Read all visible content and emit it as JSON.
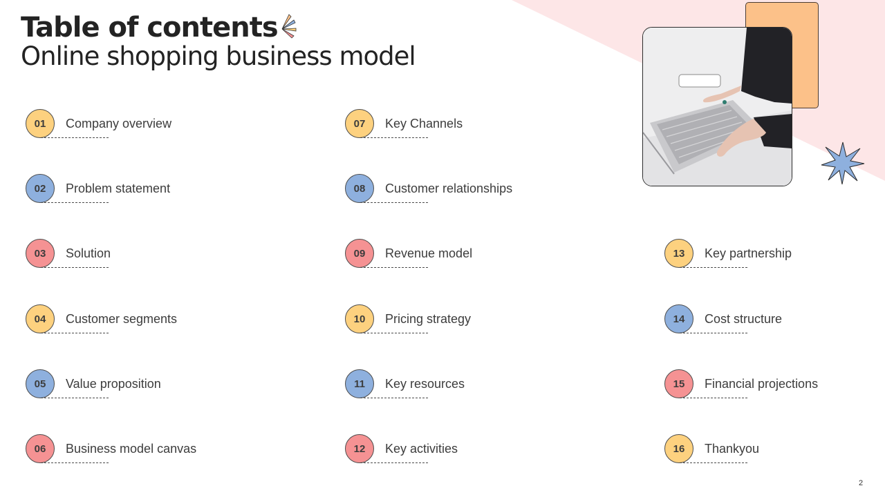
{
  "header": {
    "title": "Table of contents",
    "subtitle": "Online shopping business model"
  },
  "colors": {
    "yellow": "#fdd17f",
    "blue": "#8eb0de",
    "red": "#f59293",
    "peach": "#fcc189",
    "pink_background": "#fde6e7"
  },
  "photo": {
    "icon": "laptop-typing-photo"
  },
  "toc": [
    {
      "number": "01",
      "label": "Company overview",
      "color": "yellow"
    },
    {
      "number": "02",
      "label": "Problem statement",
      "color": "blue"
    },
    {
      "number": "03",
      "label": "Solution",
      "color": "red"
    },
    {
      "number": "04",
      "label": "Customer segments",
      "color": "yellow"
    },
    {
      "number": "05",
      "label": "Value proposition",
      "color": "blue"
    },
    {
      "number": "06",
      "label": "Business model canvas",
      "color": "red"
    },
    {
      "number": "07",
      "label": "Key Channels",
      "color": "yellow"
    },
    {
      "number": "08",
      "label": "Customer relationships",
      "color": "blue"
    },
    {
      "number": "09",
      "label": "Revenue model",
      "color": "red"
    },
    {
      "number": "10",
      "label": "Pricing strategy",
      "color": "yellow"
    },
    {
      "number": "11",
      "label": "Key resources",
      "color": "blue"
    },
    {
      "number": "12",
      "label": "Key activities",
      "color": "red"
    },
    {
      "number": "13",
      "label": "Key partnership",
      "color": "yellow"
    },
    {
      "number": "14",
      "label": "Cost structure",
      "color": "blue"
    },
    {
      "number": "15",
      "label": "Financial projections",
      "color": "red"
    },
    {
      "number": "16",
      "label": "Thankyou",
      "color": "yellow"
    }
  ],
  "page_number": "2"
}
